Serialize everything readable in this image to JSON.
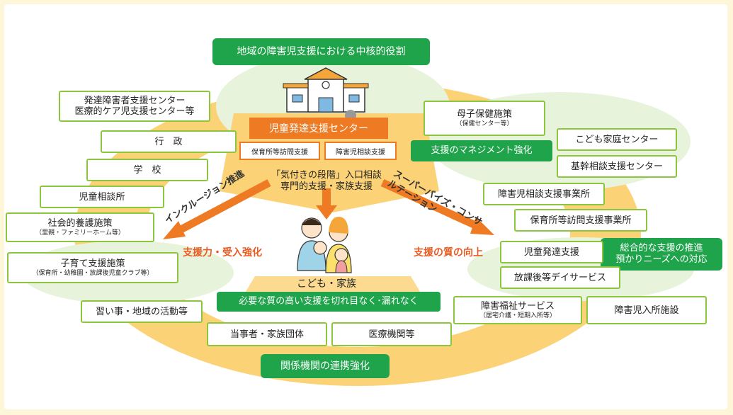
{
  "colors": {
    "green": "#1fa44b",
    "border": "#8cc63f",
    "orange": "#ee7b24",
    "yellow": "#fbd275",
    "paleGreen": "#e8f3dc",
    "red": "#e85b22"
  },
  "top_role": "地域の障害児支援における中核的役割",
  "center": {
    "title": "児童発達支援センター",
    "sub_left": "保育所等訪問支援",
    "sub_right": "障害児相談支援",
    "line1": "「気付きの段階」入口相談",
    "line2": "専門的支援・家族支援"
  },
  "family_label": "こども・家族",
  "family_banner": "必要な質の高い支援を切れ目なく･漏れなく",
  "bottom_banner": "関係機関の連携強化",
  "left_arrow_label": "インクルージョン推進",
  "right_arrow_label": "スーパーバイズ・コンサルテーション",
  "left_goal": "支援力・受入強化",
  "right_goal": "支援の質の向上",
  "management": "支援のマネジメント強化",
  "comprehensive": {
    "line1": "総合的な支援の推進",
    "line2": "預かりニーズへの対応"
  },
  "left_boxes": [
    {
      "title": "発達障害者支援センター",
      "sub": "医療的ケア児支援センター等"
    },
    {
      "title": "行　政"
    },
    {
      "title": "学　校"
    },
    {
      "title": "児童相談所"
    },
    {
      "title": "社会的養護施策",
      "sub": "（里親・ファミリーホーム等）"
    },
    {
      "title": "子育て支援施策",
      "sub": "（保育所・幼稚園・放課後児童クラブ等）"
    },
    {
      "title": "習い事・地域の活動等"
    }
  ],
  "bottom_boxes": [
    {
      "title": "当事者・家族団体"
    },
    {
      "title": "医療機関等"
    }
  ],
  "right_boxes": [
    {
      "title": "母子保健施策",
      "sub": "（保健センター等）"
    },
    {
      "title": "こども家庭センター"
    },
    {
      "title": "基幹相談支援センター"
    },
    {
      "title": "障害児相談支援事業所"
    },
    {
      "title": "保育所等訪問支援事業所"
    },
    {
      "title": "児童発達支援"
    },
    {
      "title": "放課後等デイサービス"
    },
    {
      "title": "障害福祉サービス",
      "sub": "（居宅介護・短期入所等）"
    },
    {
      "title": "障害児入所施設"
    }
  ]
}
